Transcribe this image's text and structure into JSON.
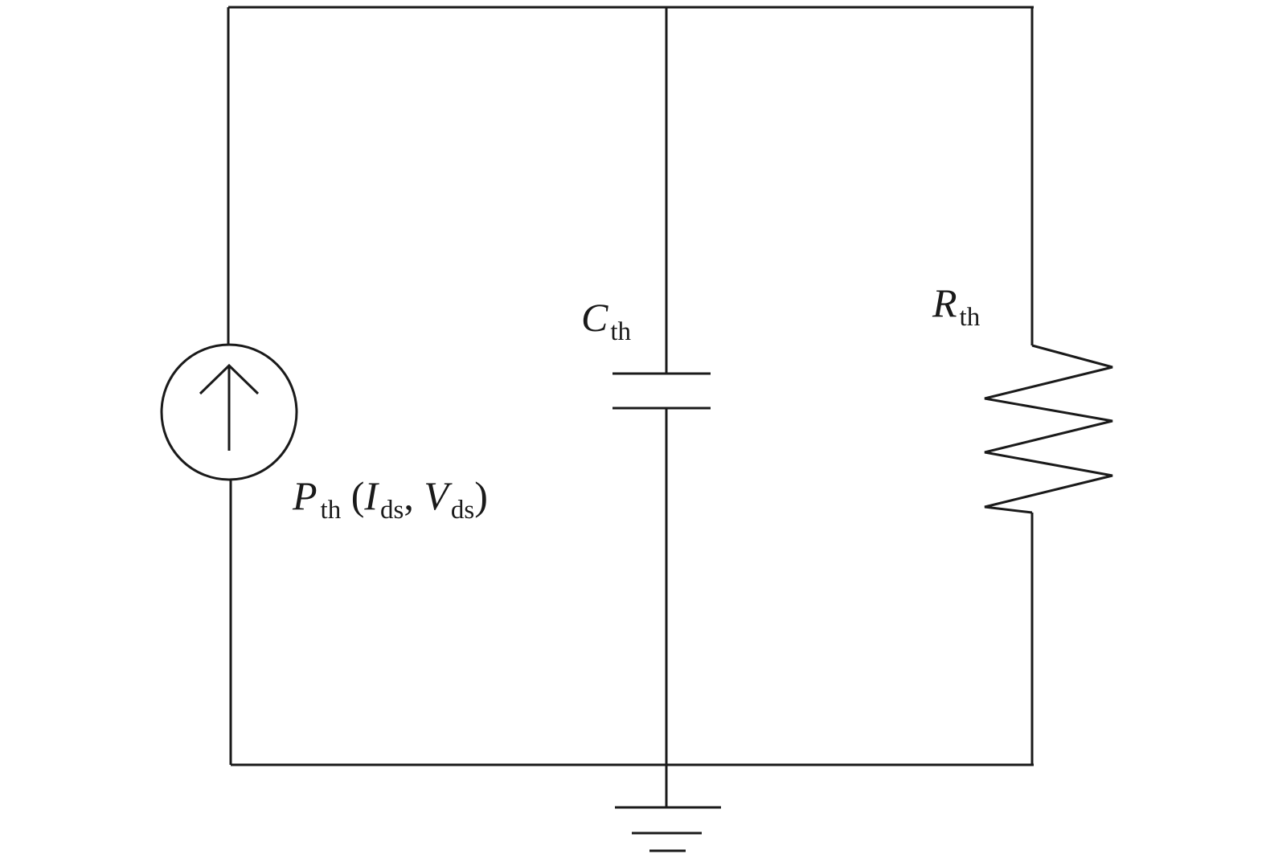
{
  "diagram": {
    "source": {
      "label": "P",
      "label_sub": "th",
      "open_paren": " (",
      "arg1": "I",
      "arg1_sub": "ds",
      "comma": ", ",
      "arg2": "V",
      "arg2_sub": "ds",
      "close_paren": ")",
      "icon": "arrow-up-icon"
    },
    "capacitor": {
      "label": "C",
      "label_sub": "th"
    },
    "resistor": {
      "label": "R",
      "label_sub": "th"
    },
    "ground": {
      "icon": "ground-icon"
    },
    "colors": {
      "stroke": "#1a1a1a",
      "background": "#ffffff"
    }
  }
}
